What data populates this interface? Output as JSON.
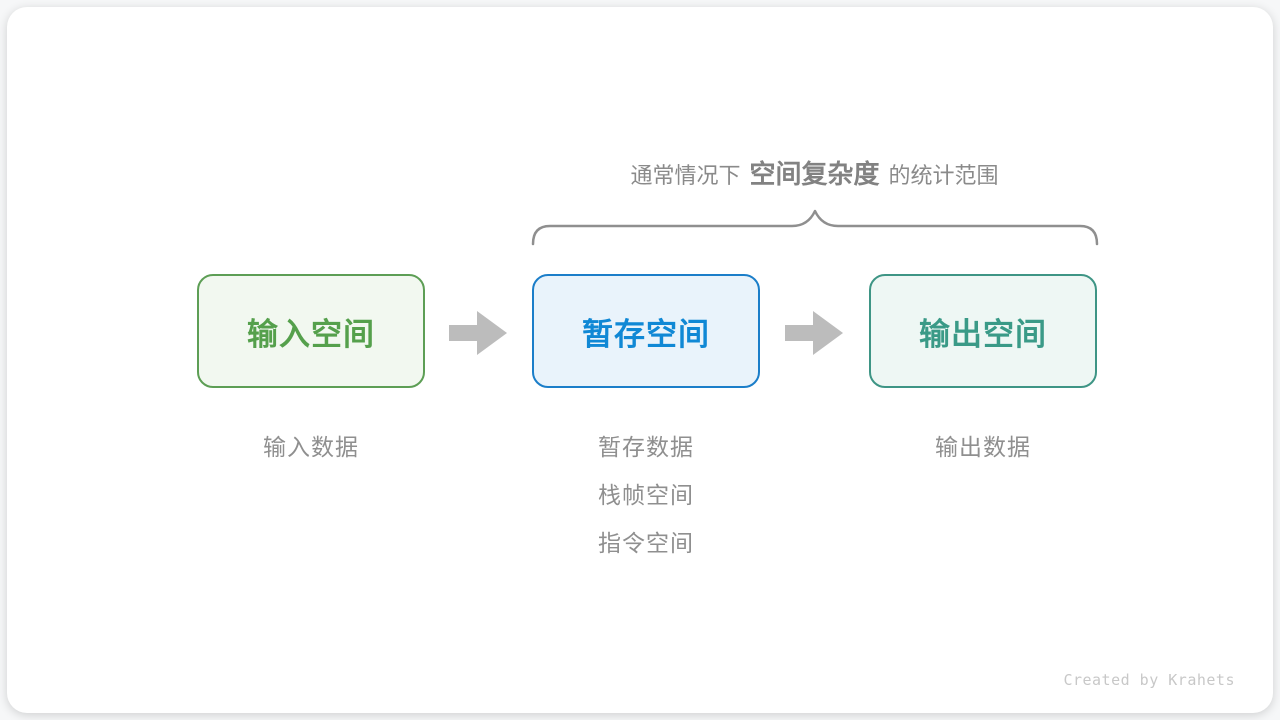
{
  "caption": {
    "prefix": "通常情况下",
    "emphasis": "空间复杂度",
    "suffix": "的统计范围"
  },
  "nodes": [
    {
      "id": "input-space",
      "label": "输入空间",
      "notes": [
        "输入数据"
      ]
    },
    {
      "id": "temp-space",
      "label": "暂存空间",
      "notes": [
        "暂存数据",
        "栈帧空间",
        "指令空间"
      ]
    },
    {
      "id": "output-space",
      "label": "输出空间",
      "notes": [
        "输出数据"
      ]
    }
  ],
  "credit": "Created by Krahets",
  "colors": {
    "input_border": "#5d9e55",
    "input_bg": "#f2f8f0",
    "input_text": "#55a04c",
    "temp_border": "#1b7ec9",
    "temp_bg": "#e9f3fb",
    "temp_text": "#1088d5",
    "output_border": "#3e9585",
    "output_bg": "#eef7f4",
    "output_text": "#3a9a87",
    "arrow": "#bcbcbc",
    "brace": "#8f8f8f",
    "caption_text": "#8a8a8a",
    "note_text": "#8f8f8f",
    "credit_text": "#c8c8c8",
    "card_bg": "#ffffff"
  }
}
